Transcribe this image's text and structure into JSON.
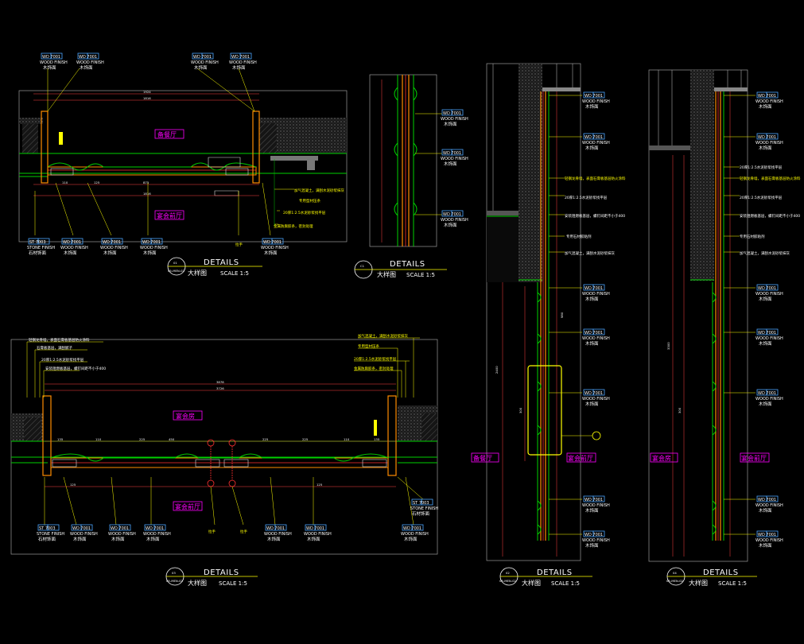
{
  "tags": {
    "wd_code": "WD 7001",
    "wd_finish": "WOOD FINISH",
    "wd_cn": "木饰面",
    "st_code": "ST 7003",
    "st_finish": "STONE FINISH",
    "st_cn": "石材饰面"
  },
  "rooms": {
    "r1_top": "备餐厅",
    "r1_bottom": "宴会前厅",
    "r3_top": "宴会房",
    "r3_bottom": "宴会前厅",
    "r2_left": "备餐厅",
    "r2_right": "宴会前厅",
    "r4_left": "宴会房",
    "r4_right": "宴会前厅"
  },
  "titles": {
    "d01": {
      "num": "01",
      "ref": "05-MEN-02",
      "label": "DETAILS",
      "cn": "大样图",
      "scale": "SCALE  1:5"
    },
    "d03": {
      "num": "03",
      "ref": "05-MEN-02",
      "label": "DETAILS",
      "cn": "大样图",
      "scale": "SCALE  1:5"
    },
    "dc1": {
      "num": "C1",
      "label": "DETAILS",
      "cn": "大样图",
      "scale": "SCALE  1:5"
    },
    "d02": {
      "num": "02",
      "ref": "05-MEN-02",
      "label": "DETAILS",
      "cn": "大样图",
      "scale": "SCALE  1:5"
    },
    "d04": {
      "num": "04",
      "ref": "05-MEN-02",
      "label": "DETAILS",
      "cn": "大样图",
      "scale": "SCALE  1:5"
    }
  },
  "notes": {
    "n_wall_a": "轻钢龙骨墙，表面石膏板基层防火涂料",
    "n_gypsum_a": "石膏板基层，满刮腻子",
    "n_mortar": "20厚1:2.5水泥砂浆找平层",
    "n_install": "安装阻燃板基层，螺钉间距不小于400",
    "n_waterproof": "加气混凝土，墙面水泥砂浆抹灰",
    "n_stone_base": "专用石材胶粘剂",
    "n_conc": "加气混凝土，满刮水泥砂浆抹灰",
    "n_wood_base": "木质防火板基层，表面刷防火涂料",
    "n_hinge": "拉手",
    "n_seal": "金属防腐胶条，密封处理",
    "n_profile": "专用型材压条"
  },
  "dims": {
    "top1": "1924",
    "mid1": "1816",
    "b1": "110",
    "b2": "125",
    "b3": "875",
    "top3": "3878",
    "mid3": "3726",
    "c1": "135",
    "c2": "110",
    "c3": "225",
    "c4": "450",
    "c5": "60",
    "v1": "2400",
    "v2": "300",
    "v3": "3300",
    "v4": "980"
  },
  "colors": {
    "background": "#000000",
    "wood_tag_border": "#4da6ff",
    "room_label": "#ff00ff",
    "note_text": "#ffff00",
    "finish_line": "#ff8c00",
    "structure_line": "#00d000",
    "dimension_line": "#ff4040"
  }
}
